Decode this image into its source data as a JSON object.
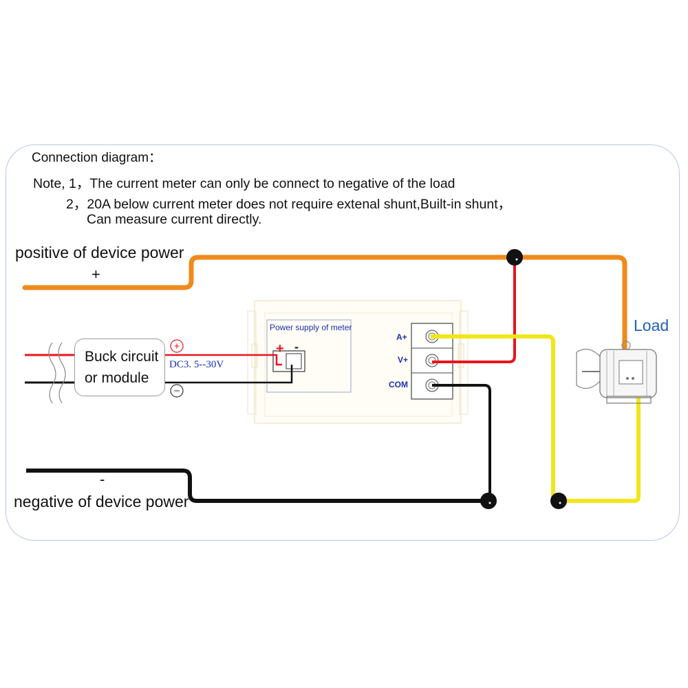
{
  "title": "Connection diagram：",
  "notes": {
    "line1": "Note, 1，The current meter can only be connect to negative of the load",
    "line2": "2，20A below current meter does not require extenal shunt,Built-in shunt，",
    "line3": "Can measure current directly."
  },
  "power": {
    "positive_label": "positive of device power",
    "positive_sign": "+",
    "negative_label": "negative of device power",
    "negative_sign": "-"
  },
  "buck": {
    "line1": "Buck circuit",
    "line2": "or module",
    "plus_symbol": "+",
    "minus_symbol": "−",
    "voltage": "DC3. 5--30V"
  },
  "meter": {
    "supply_label": "Power supply of meter",
    "supply_plus": "+",
    "supply_minus": "-",
    "terminals": [
      "A+",
      "V+",
      "COM"
    ]
  },
  "load_label": "Load",
  "colors": {
    "positive_wire": "#f08a1c",
    "negative_wire": "#111111",
    "voltage_wire": "#e8141e",
    "current_wire": "#f2e61a",
    "frame": "#b8c6e6",
    "label_blue": "#1a2fb0",
    "load_blue": "#1f5fbf"
  }
}
